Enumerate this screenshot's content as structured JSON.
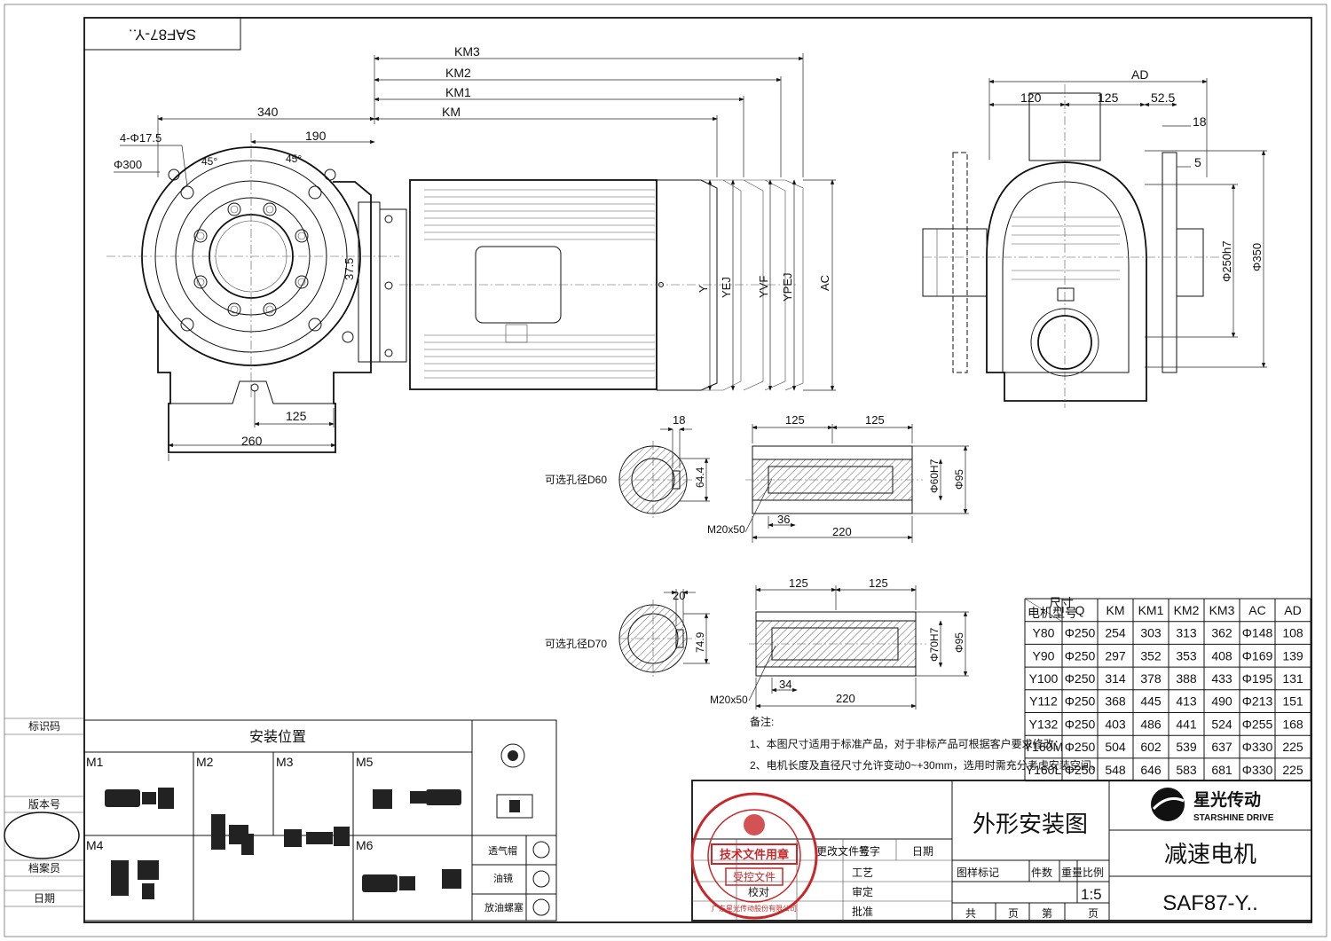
{
  "title_tag": "SAF87-Y..",
  "front_view": {
    "dims": {
      "km3": "KM3",
      "km2": "KM2",
      "km1": "KM1",
      "km": "KM",
      "d340": "340",
      "d190": "190",
      "holes": "4-Φ17.5",
      "phi300": "Φ300",
      "ang1": "45°",
      "ang2": "45°",
      "d37_5": "37.5",
      "d125": "125",
      "d260": "260",
      "y": "Y",
      "yej": "YEJ",
      "yvf": "YVF",
      "ypej": "YPEJ",
      "ac": "AC"
    }
  },
  "side_view": {
    "dims": {
      "ad": "AD",
      "d120": "120",
      "d125": "125",
      "d52_5": "52.5",
      "d18": "18",
      "d5": "5",
      "phi250h7": "Φ250h7",
      "phi350": "Φ350"
    }
  },
  "bore_d60": {
    "label": "可选孔径D60",
    "key": "18",
    "kw": "64.4",
    "s125a": "125",
    "s125b": "125",
    "fit": "Φ60H7",
    "od": "Φ95",
    "thread": "M20x50",
    "depth": "36",
    "len": "220"
  },
  "bore_d70": {
    "label": "可选孔径D70",
    "key": "20",
    "kw": "74.9",
    "s125a": "125",
    "s125b": "125",
    "fit": "Φ70H7",
    "od": "Φ95",
    "thread": "M20x50",
    "depth": "34",
    "len": "220"
  },
  "spec_table": {
    "corner_top": "尺寸",
    "corner_bottom": "电机型号",
    "headers": [
      "Q",
      "KM",
      "KM1",
      "KM2",
      "KM3",
      "AC",
      "AD"
    ],
    "rows": [
      [
        "Y80",
        "Φ250",
        "254",
        "303",
        "313",
        "362",
        "Φ148",
        "108"
      ],
      [
        "Y90",
        "Φ250",
        "297",
        "352",
        "353",
        "408",
        "Φ169",
        "139"
      ],
      [
        "Y100",
        "Φ250",
        "314",
        "378",
        "388",
        "433",
        "Φ195",
        "131"
      ],
      [
        "Y112",
        "Φ250",
        "368",
        "445",
        "413",
        "490",
        "Φ213",
        "151"
      ],
      [
        "Y132",
        "Φ250",
        "403",
        "486",
        "441",
        "524",
        "Φ255",
        "168"
      ],
      [
        "Y160M",
        "Φ250",
        "504",
        "602",
        "539",
        "637",
        "Φ330",
        "225"
      ],
      [
        "Y160L",
        "Φ250",
        "548",
        "646",
        "583",
        "681",
        "Φ330",
        "225"
      ]
    ]
  },
  "notes": {
    "title": "备注:",
    "n1": "1、本图尺寸适用于标准产品，对于非标产品可根据客户要求修改；",
    "n2": "2、电机长度及直径尺寸允许变动0~+30mm，选用时需充分考虑安装空间。"
  },
  "mount": {
    "title": "安装位置",
    "labels": [
      "M1",
      "M2",
      "M3",
      "M5",
      "M4",
      "M6"
    ],
    "legend": [
      "透气帽",
      "油镜",
      "放油螺塞"
    ]
  },
  "left_strip": {
    "l1": "标识码",
    "l2": "版本号",
    "l3": "档案员",
    "l4": "日期"
  },
  "title_block": {
    "drawing_name": "外形安装图",
    "logo_cn": "星光传动",
    "logo_en": "STARSHINE DRIVE",
    "product": "减速电机",
    "model": "SAF87-Y..",
    "rev_h": [
      "更改文件号",
      "签字",
      "日期"
    ],
    "roles": [
      "工艺",
      "审定",
      "批准",
      "校对"
    ],
    "stage": "图样标记",
    "qty": "件数",
    "weight": "重量",
    "scale_h": "比例",
    "scale": "1:5",
    "total": "共",
    "page": "页",
    "sheet": "第",
    "sheet_page": "页",
    "stamp1": "技术文件用章",
    "stamp2": "受控文件",
    "stamp_ring": "广东星光传动股份有限公司"
  }
}
